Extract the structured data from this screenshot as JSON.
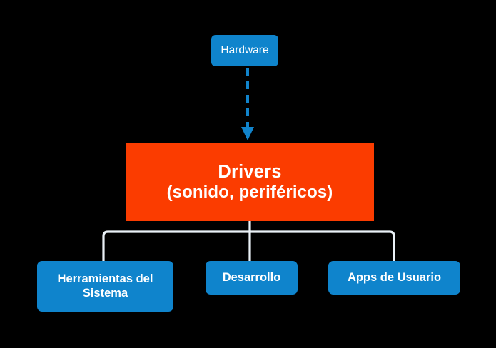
{
  "diagram": {
    "background_color": "#000000",
    "title_text": "",
    "nodes": {
      "hardware": {
        "label": "Hardware",
        "color": "#0f84cc",
        "text_color": "#ffffff",
        "shape": "rounded-rectangle"
      },
      "drivers": {
        "label_line1": "Drivers",
        "label_line2": "(sonido, periféricos)",
        "color": "#fb3c00",
        "text_color": "#ffffff",
        "shape": "rectangle"
      },
      "herramientas": {
        "label": "Herramientas del Sistema",
        "color": "#0f84cc",
        "text_color": "#ffffff",
        "shape": "rounded-rectangle"
      },
      "desarrollo": {
        "label": "Desarrollo",
        "color": "#0f84cc",
        "text_color": "#ffffff",
        "shape": "rounded-rectangle"
      },
      "apps": {
        "label": "Apps de Usuario",
        "color": "#0f84cc",
        "text_color": "#ffffff",
        "shape": "rounded-rectangle"
      }
    },
    "connectors": {
      "hardware_to_drivers": {
        "style": "dashed",
        "color": "#1184cc",
        "arrowhead": "down",
        "from": "hardware",
        "to": "drivers"
      },
      "drivers_to_children": {
        "style": "solid-tree",
        "color": "#eaf1f7",
        "arrowhead": "none",
        "from": "drivers",
        "to": [
          "herramientas",
          "desarrollo",
          "apps"
        ]
      }
    }
  }
}
